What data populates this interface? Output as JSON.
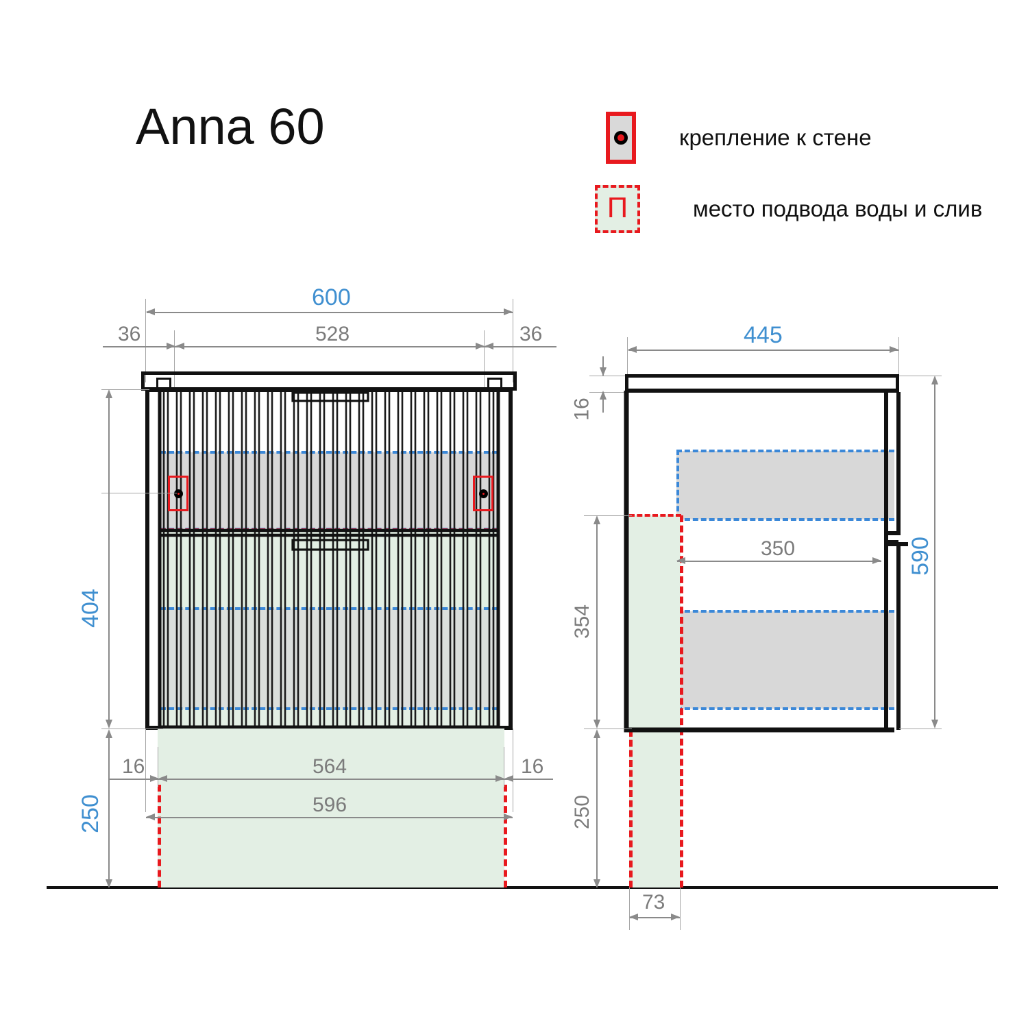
{
  "title": "Anna 60",
  "legend": [
    {
      "icon": "wall-mount-icon",
      "label": "крепление к стене",
      "glyph": ""
    },
    {
      "icon": "water-supply-icon",
      "label": "место подвода воды и слив",
      "glyph": "П"
    }
  ],
  "colors": {
    "dimension_primary": "#3f8fd0",
    "dimension_secondary": "#7b7b7b",
    "marker_red": "#e8191e",
    "hidden_blue": "#3b88d8",
    "water_zone_green": "#e3efe4",
    "drawer_gray": "#d8d8d8",
    "outline_black": "#111111"
  },
  "views": {
    "front": {
      "name": "front-elevation",
      "dimensions": {
        "overall_width": "600",
        "left_inset": "36",
        "mount_span": "528",
        "right_inset": "36",
        "cabinet_height": "404",
        "floor_clearance": "250",
        "water_zone_inset_left": "16",
        "water_zone_inset_right": "16",
        "water_zone_inner": "564",
        "water_zone_outer": "596"
      }
    },
    "side": {
      "name": "side-elevation",
      "dimensions": {
        "overall_depth": "445",
        "countertop_thickness": "16",
        "overall_height": "590",
        "drawer_depth": "350",
        "water_zone_height": "354",
        "floor_clearance": "250",
        "water_zone_depth": "73"
      }
    }
  }
}
